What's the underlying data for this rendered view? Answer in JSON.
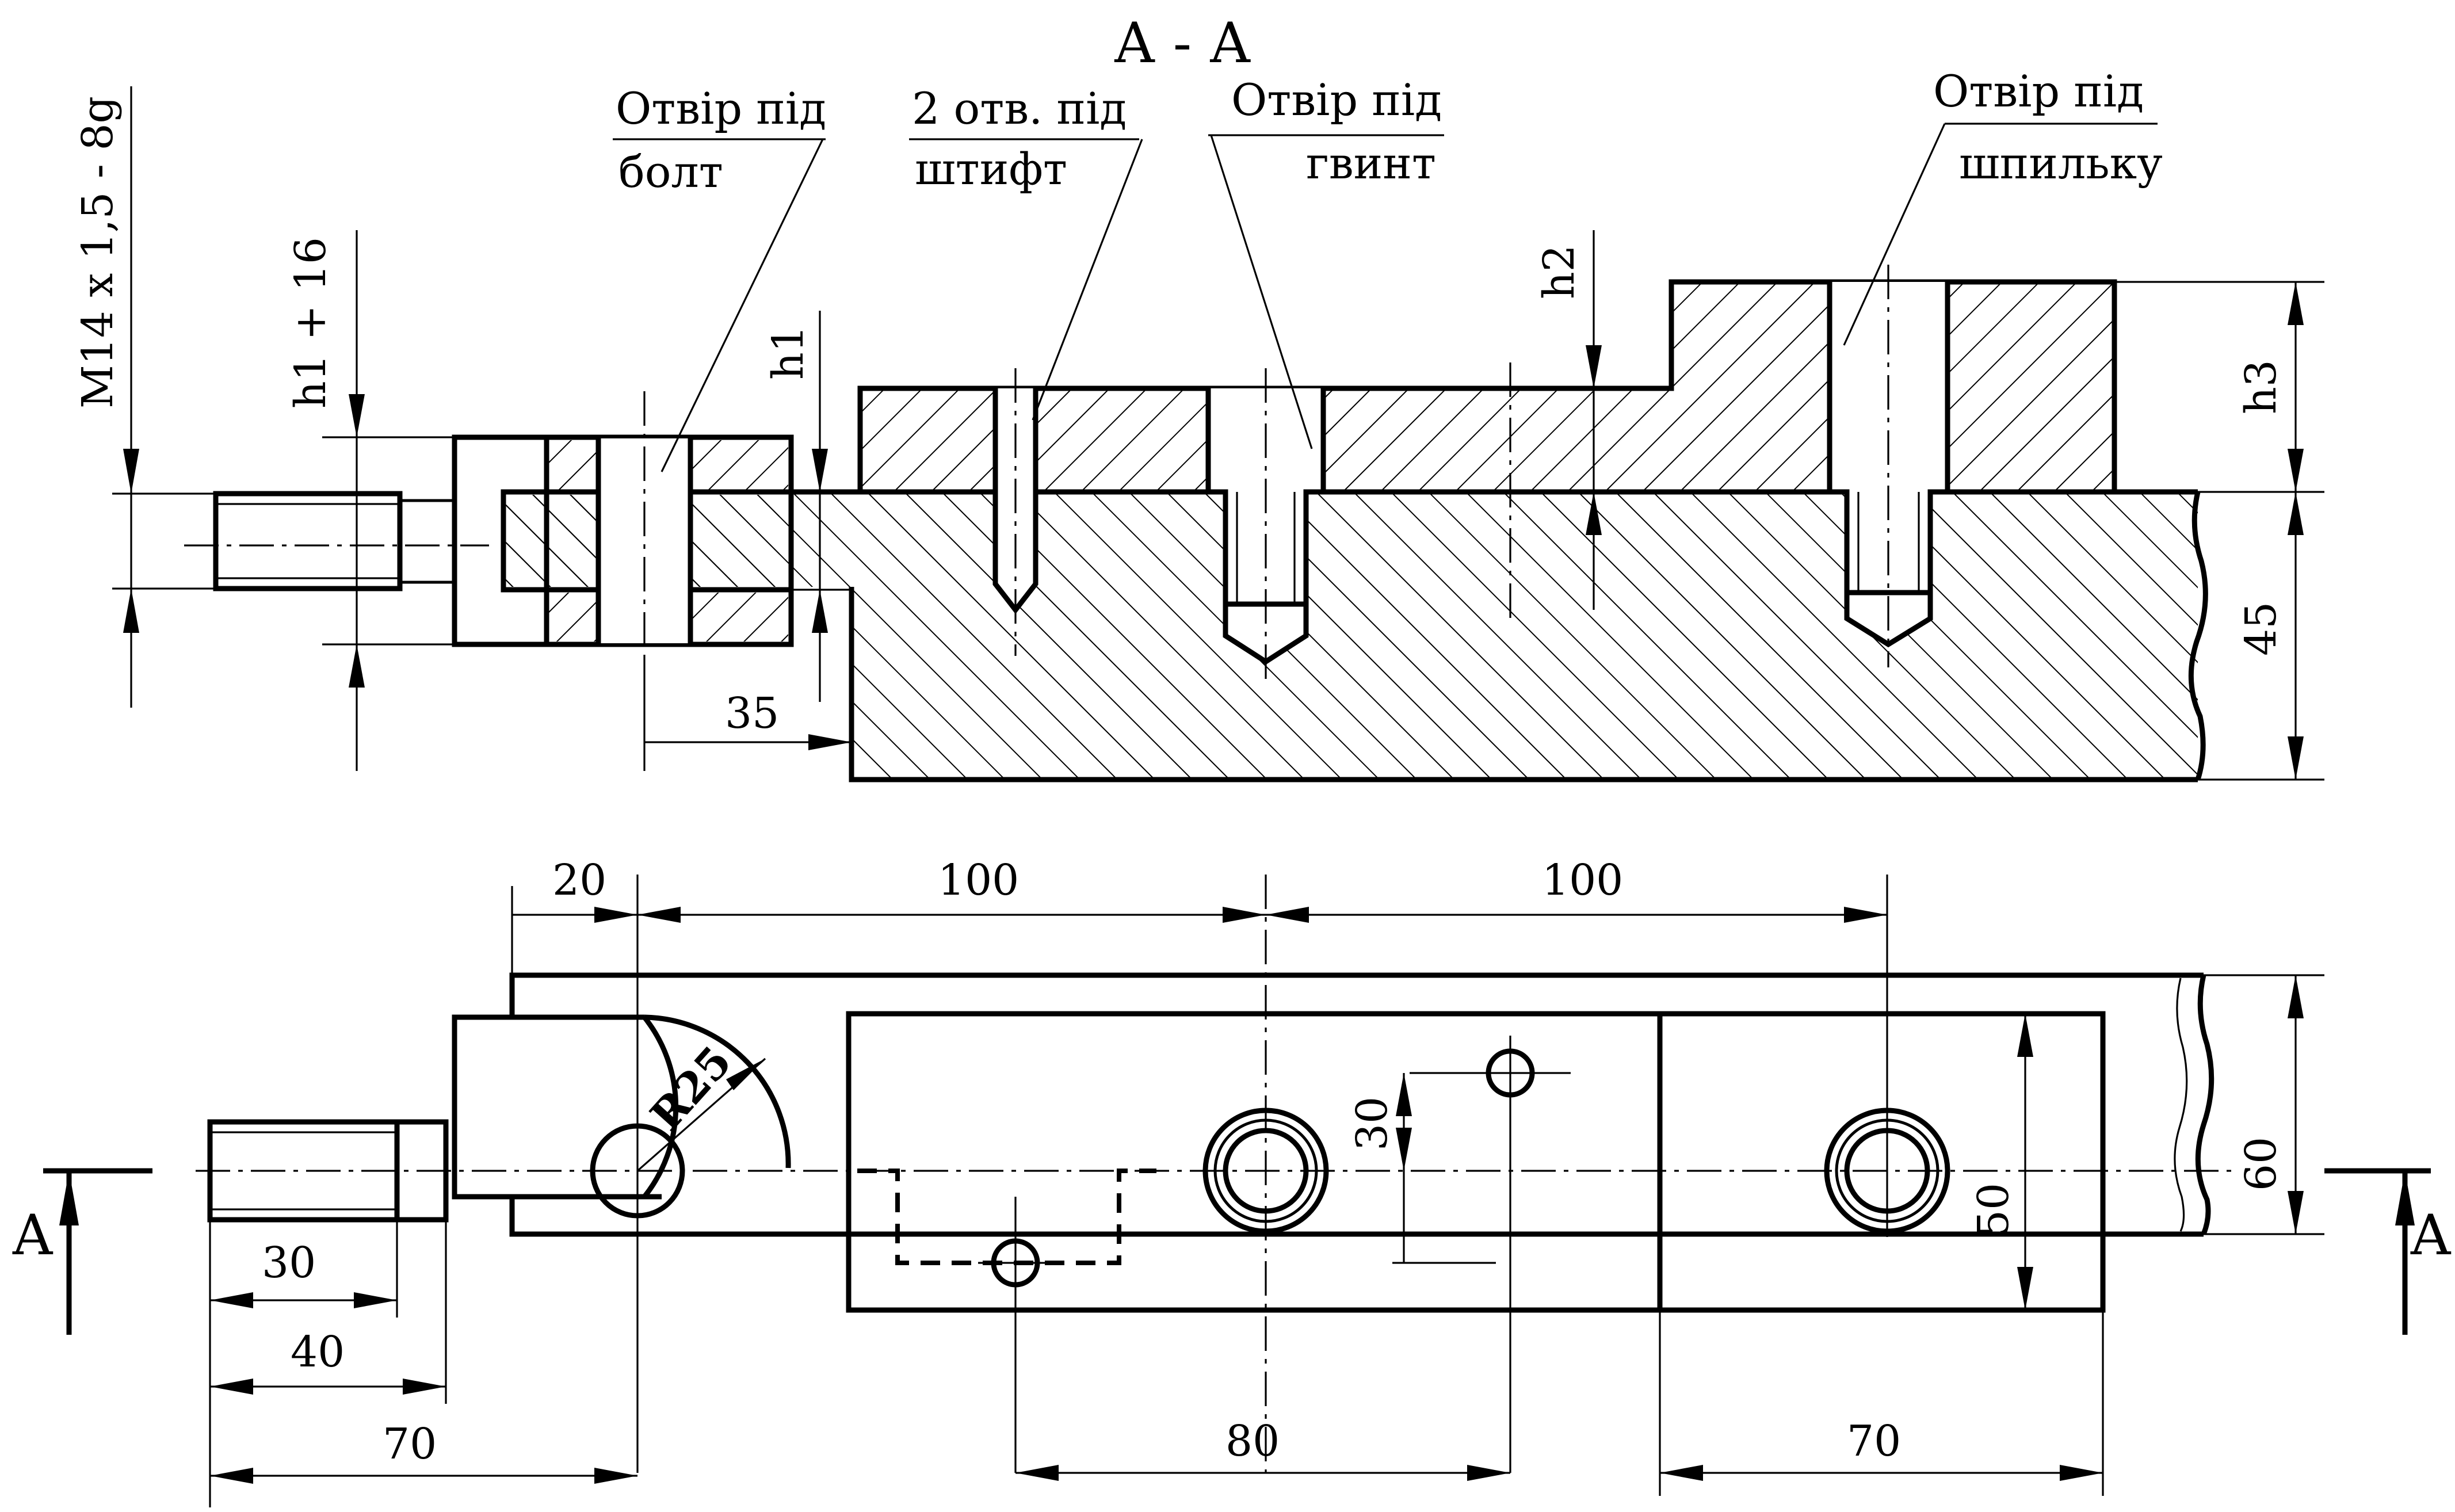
{
  "section_title": "А - А",
  "labels": {
    "bolt_line1": "Отвір під",
    "bolt_line2": "болт",
    "pin_line1": "2 отв. під",
    "pin_line2": "штифт",
    "screw_line1": "Отвір під",
    "screw_line2": "гвинт",
    "stud_line1": "Отвір під",
    "stud_line2": "шпильку"
  },
  "dimensions": {
    "thread": "M14 x 1,5 - 8g",
    "h1_plus_16": "h1 + 16",
    "h1": "h1",
    "h2": "h2",
    "h3": "h3",
    "d45": "45",
    "d35": "35",
    "d20": "20",
    "d100a": "100",
    "d100b": "100",
    "r25": "R25",
    "d30v": "30",
    "d50": "50",
    "d60": "60",
    "d30h": "30",
    "d40": "40",
    "d70a": "70",
    "d80": "80",
    "d70b": "70"
  },
  "section_marks": {
    "left": "A",
    "right": "A"
  }
}
